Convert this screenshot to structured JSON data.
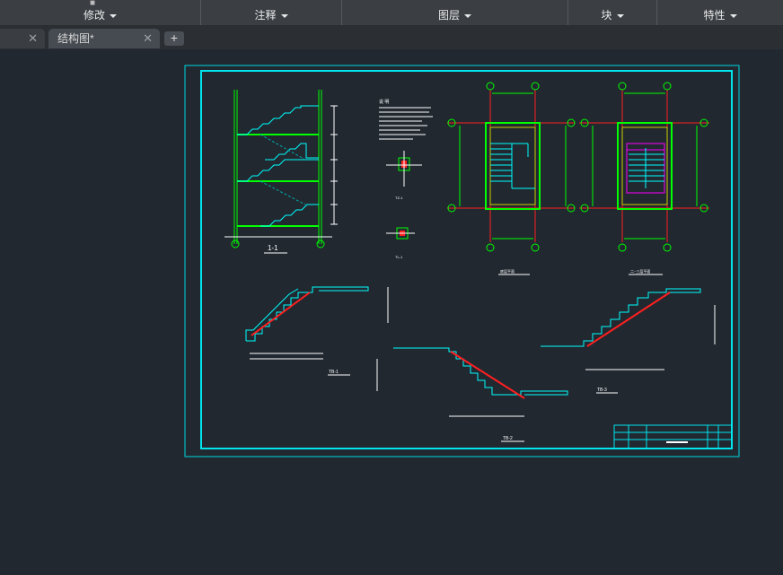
{
  "ribbon": {
    "panels": [
      {
        "label": "修改"
      },
      {
        "label": "注释"
      },
      {
        "label": "图层"
      },
      {
        "label": "块"
      },
      {
        "label": "特性"
      }
    ]
  },
  "tabs": {
    "items": [
      {
        "label": ""
      },
      {
        "label": "结构图*"
      }
    ],
    "new_tab": "+"
  },
  "drawing": {
    "section_label": "1-1",
    "notes_title": "说 明",
    "plan1_title": "底层平面",
    "plan2_title": "二~三层平面",
    "tb1_title": "TB-1",
    "tb2_title": "TB-2",
    "tb3_title": "TB-3",
    "detail1": "TZ-1",
    "detail2": "TL-1"
  },
  "colors": {
    "background": "#212830",
    "ribbon": "#3b3f44",
    "frame": "#00e5ee",
    "green": "#00ff00",
    "red": "#ff2020",
    "magenta": "#ff00ff",
    "white": "#ffffff"
  }
}
